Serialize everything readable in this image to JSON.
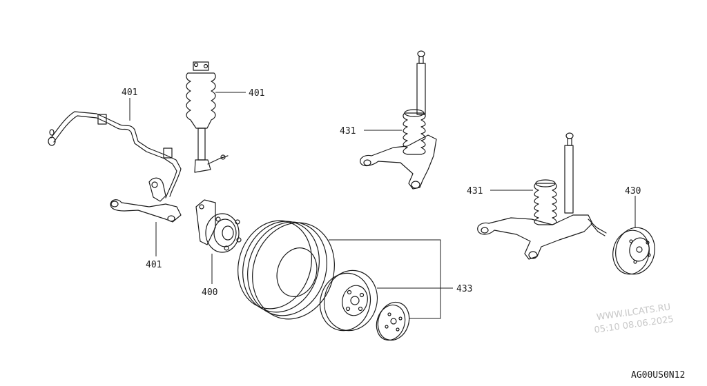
{
  "callouts": [
    {
      "id": "stabilizer",
      "label": "401"
    },
    {
      "id": "strut-front",
      "label": "401"
    },
    {
      "id": "lower-arm-front",
      "label": "401"
    },
    {
      "id": "hub",
      "label": "400"
    },
    {
      "id": "spring-upper",
      "label": "431"
    },
    {
      "id": "spring-lower",
      "label": "431"
    },
    {
      "id": "drum",
      "label": "430"
    },
    {
      "id": "wheel",
      "label": "433"
    }
  ],
  "watermark": {
    "site": "WWW.ILCATS.RU",
    "timestamp": "05:10 08.06.2025"
  },
  "diagram_code": "AG00US0N12"
}
